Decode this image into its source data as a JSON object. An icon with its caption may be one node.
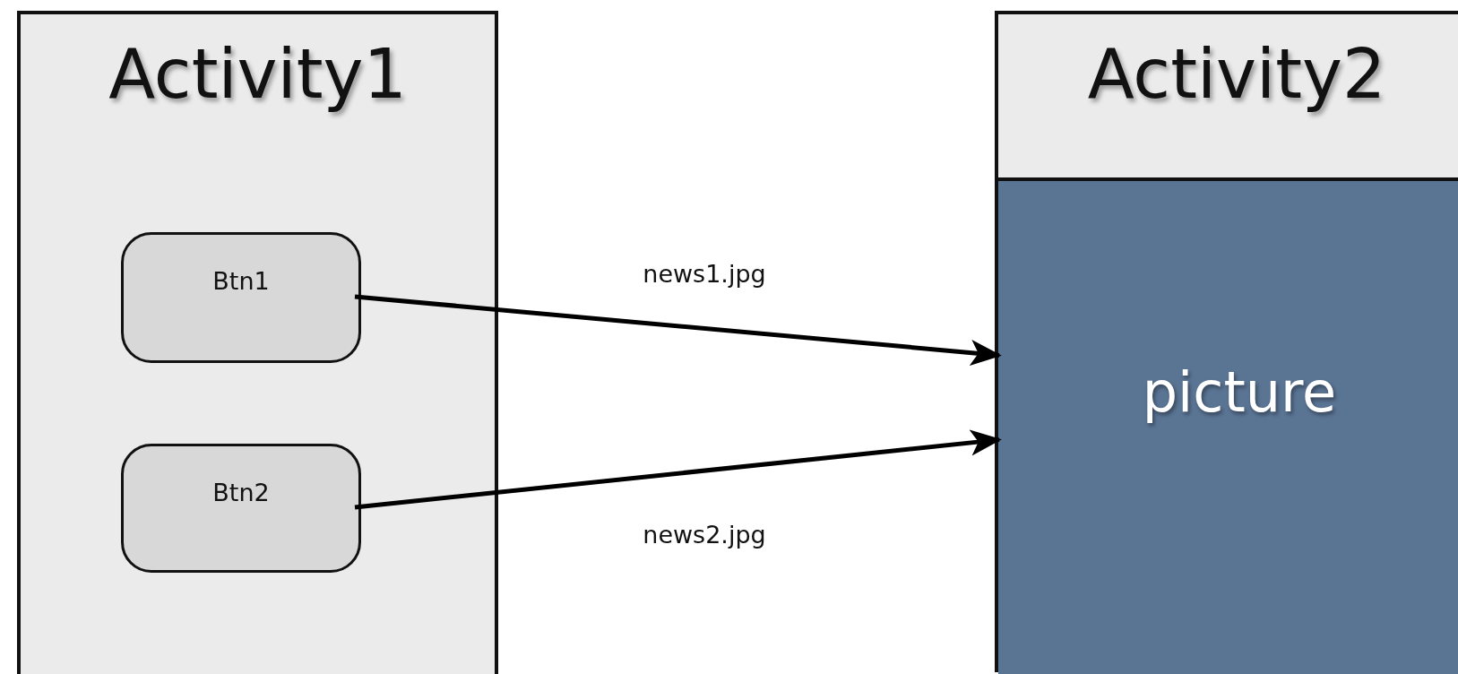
{
  "diagram": {
    "nodes": [
      {
        "text": [
          "Activity1"
        ]
      },
      {
        "text": [
          "Btn1"
        ],
        "in": 0
      },
      {
        "text": [
          "Btn2"
        ],
        "in": 0
      },
      {
        "text": [
          "Activity2"
        ]
      },
      {
        "text": [
          "picture"
        ],
        "in": 3
      }
    ],
    "edges": [
      {
        "from": 1,
        "to": 4,
        "arrow": "to",
        "label": "news1.jpg"
      },
      {
        "from": 2,
        "to": 4,
        "arrow": "to",
        "label": "news2.jpg"
      }
    ]
  }
}
